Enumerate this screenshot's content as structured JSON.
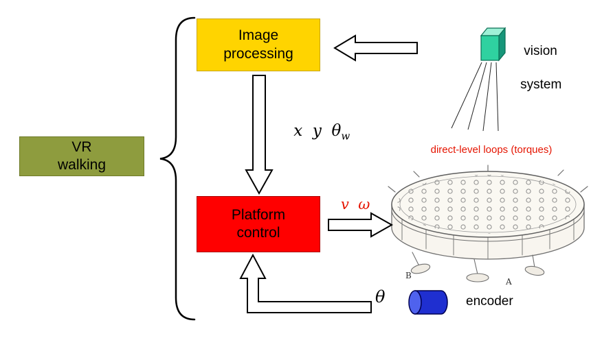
{
  "diagram": {
    "vr": {
      "line1": "VR",
      "line2": "walking"
    },
    "image_processing": {
      "line1": "Image",
      "line2": "processing"
    },
    "platform_control": {
      "line1": "Platform",
      "line2": "control"
    },
    "vision": {
      "line1": "vision",
      "line2": "system"
    },
    "encoder_label": "encoder",
    "signal_xy": "x  y  ",
    "signal_theta": "θ",
    "signal_theta_sub": "w",
    "signal_v_omega": "v  ω",
    "direct_level_label": "direct-level loops (torques)",
    "theta_feedback": "θ",
    "sketch": {
      "letter_a": "A",
      "letter_b": "B"
    },
    "colors": {
      "vr_bg": "#8e9c3e",
      "image_processing_bg": "#ffd400",
      "platform_control_bg": "#ff0000",
      "vision_box": "#2fd1a0",
      "encoder_body": "#1f2fd0",
      "red_text": "#e51400"
    }
  }
}
